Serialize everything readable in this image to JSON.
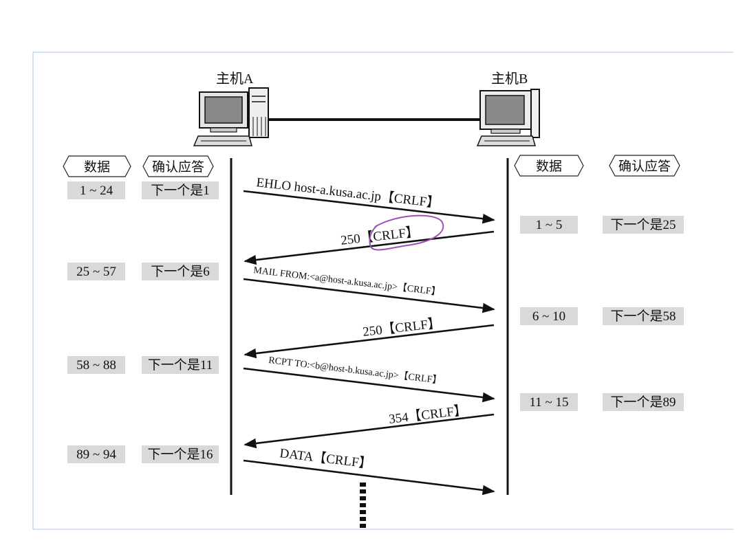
{
  "hosts": {
    "a": "主机A",
    "b": "主机B"
  },
  "headers": {
    "data": "数据",
    "ack": "确认应答"
  },
  "host_a_rows": [
    {
      "data": "1 ~ 24",
      "ack": "下一个是1"
    },
    {
      "data": "25 ~ 57",
      "ack": "下一个是6"
    },
    {
      "data": "58 ~ 88",
      "ack": "下一个是11"
    },
    {
      "data": "89 ~ 94",
      "ack": "下一个是16"
    }
  ],
  "host_b_rows": [
    {
      "data": "1 ~ 5",
      "ack": "下一个是25"
    },
    {
      "data": "6 ~ 10",
      "ack": "下一个是58"
    },
    {
      "data": "11 ~ 15",
      "ack": "下一个是89"
    }
  ],
  "messages": [
    "EHLO host-a.kusa.ac.jp【CRLF】",
    "250【CRLF】",
    "MAIL FROM:<a@host-a.kusa.ac.jp>【CRLF】",
    "250【CRLF】",
    "RCPT TO:<b@host-b.kusa.ac.jp>【CRLF】",
    "354【CRLF】",
    "DATA【CRLF】"
  ],
  "colors": {
    "annotation": "#9b4fb8",
    "cell_shade": "#d9d9d9",
    "frame": "#a8c4e6"
  }
}
